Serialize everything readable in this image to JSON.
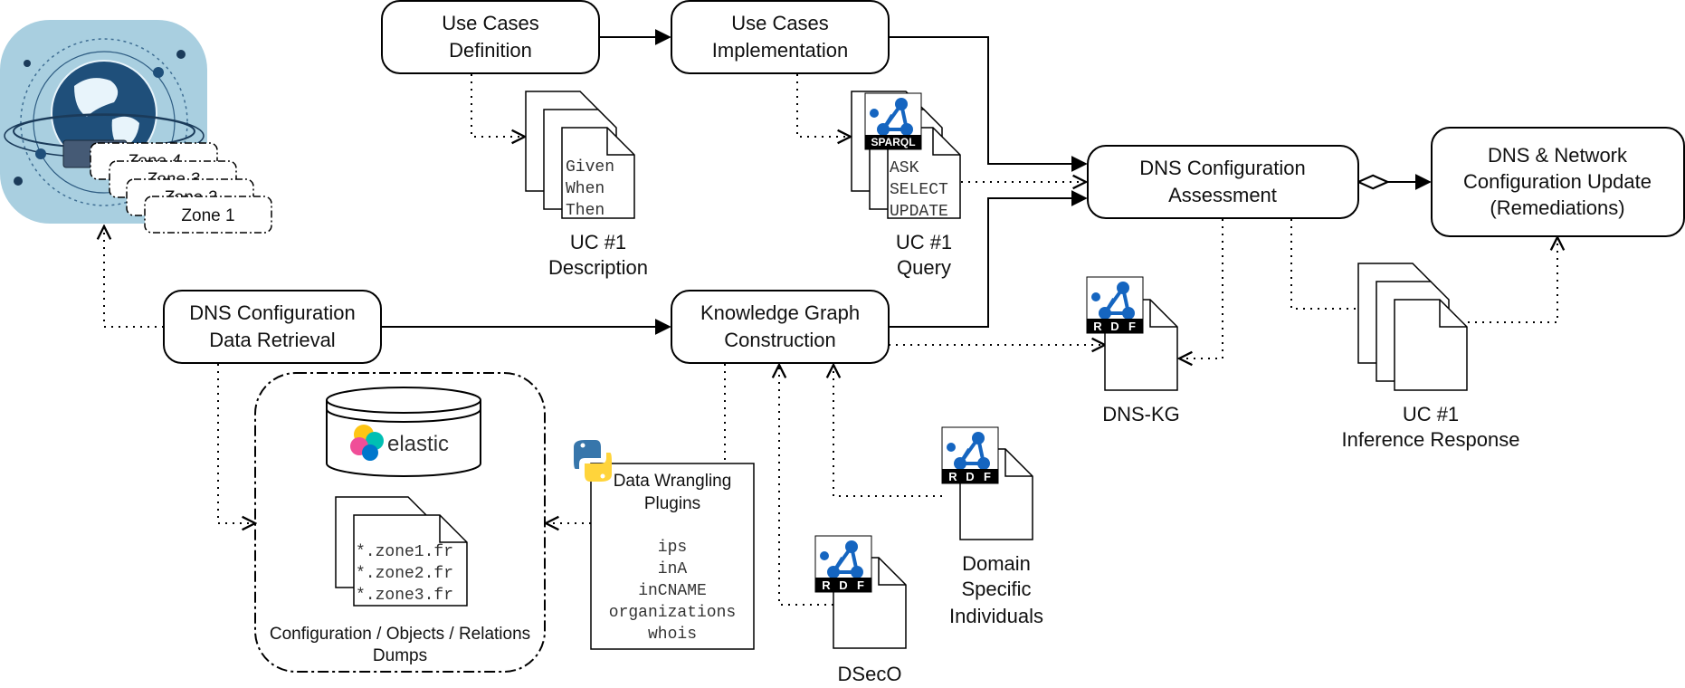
{
  "nodes": {
    "uc_definition": [
      "Use Cases",
      "Definition"
    ],
    "uc_implementation": [
      "Use Cases",
      "Implementation"
    ],
    "dns_assessment": [
      "DNS Configuration",
      "Assessment"
    ],
    "dns_update": [
      "DNS & Network",
      "Configuration Update",
      "(Remediations)"
    ],
    "dns_retrieval": [
      "DNS Configuration",
      "Data Retrieval"
    ],
    "kg_construction": [
      "Knowledge Graph",
      "Construction"
    ]
  },
  "documents": {
    "uc_description": {
      "lines": [
        "Given",
        "When",
        "Then"
      ],
      "caption": [
        "UC #1",
        "Description"
      ]
    },
    "uc_query": {
      "lines": [
        "ASK",
        "SELECT",
        "UPDATE"
      ],
      "caption": [
        "UC #1",
        "Query"
      ],
      "badge": "SPARQL"
    },
    "dns_kg": {
      "caption": [
        "DNS-KG"
      ]
    },
    "inference_response": {
      "caption": [
        "UC #1",
        "Inference Response"
      ]
    },
    "domain_individuals": {
      "caption": [
        "Domain",
        "Specific",
        "Individuals"
      ]
    },
    "dseco": {
      "caption": [
        "DSecO"
      ]
    }
  },
  "zones": [
    "Zone 4",
    "Zone 3",
    "Zone 2",
    "Zone 1"
  ],
  "dumps": {
    "logo_text": "elastic",
    "files": [
      "*.zone1.fr",
      "*.zone2.fr",
      "*.zone3.fr"
    ],
    "caption": [
      "Configuration / Objects / Relations",
      "Dumps"
    ]
  },
  "plugins": {
    "title": [
      "Data Wrangling",
      "Plugins"
    ],
    "items": [
      "ips",
      "inA",
      "inCNAME",
      "organizations",
      "whois"
    ]
  },
  "rdf_letters": [
    "R",
    "D",
    "F"
  ],
  "colors": {
    "stroke": "#000000",
    "sparql_blue": "#1565c0",
    "globe_bg": "#a9cfe0",
    "elastic_pink": "#f04e98",
    "elastic_yellow": "#fec514",
    "elastic_teal": "#00bfb3",
    "elastic_blue": "#0077cc",
    "python_blue": "#3776ab",
    "python_yellow": "#ffd43b"
  }
}
